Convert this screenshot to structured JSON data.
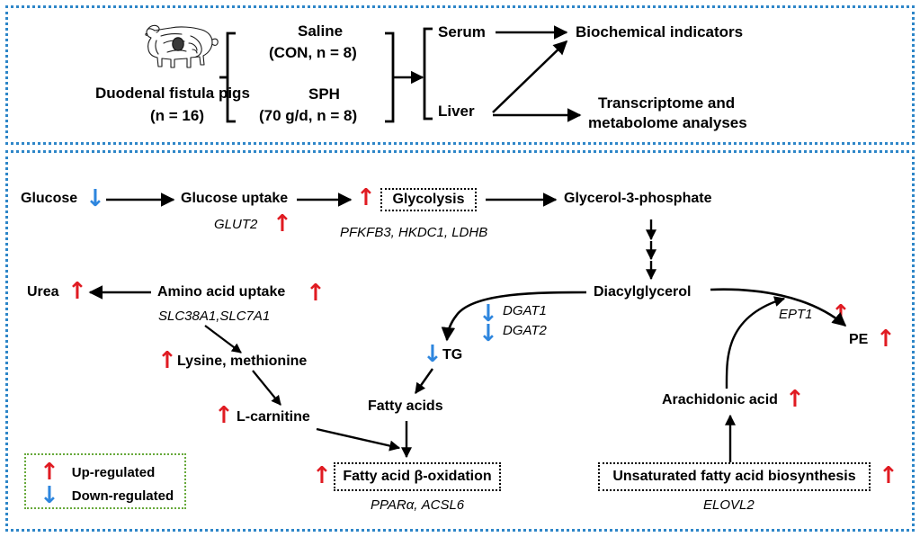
{
  "figure": {
    "panel_border_color": "#2E86C8",
    "up_color": "#E01B22",
    "down_color": "#2E86DE",
    "legend_border_color": "#67A93B"
  },
  "study_design": {
    "animal_icon": "pig-icon",
    "animal_label_line1": "Duodenal fistula pigs",
    "animal_label_line2": "(n = 16)",
    "groups": [
      {
        "name": "Saline",
        "detail": "(CON, n = 8)"
      },
      {
        "name": "SPH",
        "detail": "(70 g/d, n = 8)"
      }
    ],
    "samples": [
      "Serum",
      "Liver"
    ],
    "outputs": [
      {
        "line1": "Biochemical indicators",
        "line2": ""
      },
      {
        "line1": "Transcriptome and",
        "line2": "metabolome analyses"
      }
    ]
  },
  "pathway": {
    "nodes": {
      "glucose": "Glucose",
      "glucose_uptake": "Glucose uptake",
      "glut2": "GLUT2",
      "glycolysis": "Glycolysis",
      "glycolysis_genes": "PFKFB3,  HKDC1, LDHB",
      "g3p": "Glycerol-3-phosphate",
      "dag": "Diacylglycerol",
      "urea": "Urea",
      "aa_uptake": "Amino acid uptake",
      "aa_genes": "SLC38A1,SLC7A1",
      "lysine_methionine": "Lysine, methionine",
      "l_carnitine": "L-carnitine",
      "dgat1": "DGAT1",
      "dgat2": "DGAT2",
      "tg": "TG",
      "fatty_acids": "Fatty acids",
      "fa_boxidation": "Fatty acid β-oxidation",
      "fa_boxidation_genes": "PPARα, ACSL6",
      "ept1": "EPT1",
      "pe": "PE",
      "arachidonic_acid": "Arachidonic acid",
      "ufa_biosynthesis": "Unsaturated fatty acid biosynthesis",
      "ufa_genes": "ELOVL2"
    },
    "regulation": {
      "glucose": "down",
      "glut2": "up",
      "glycolysis": "up",
      "urea": "up",
      "aa_uptake": "up",
      "lysine_methionine": "up",
      "l_carnitine": "up",
      "dgat1": "down",
      "dgat2": "down",
      "tg": "down",
      "fa_boxidation": "up",
      "ept1": "up",
      "pe": "up",
      "arachidonic_acid": "up",
      "ufa_biosynthesis": "up"
    }
  },
  "legend": {
    "up_glyph": "↑",
    "down_glyph": "↓",
    "up_label": "Up-regulated",
    "down_label": "Down-regulated"
  },
  "glyphs": {
    "arrow_up": "↑",
    "arrow_down": "↓"
  }
}
